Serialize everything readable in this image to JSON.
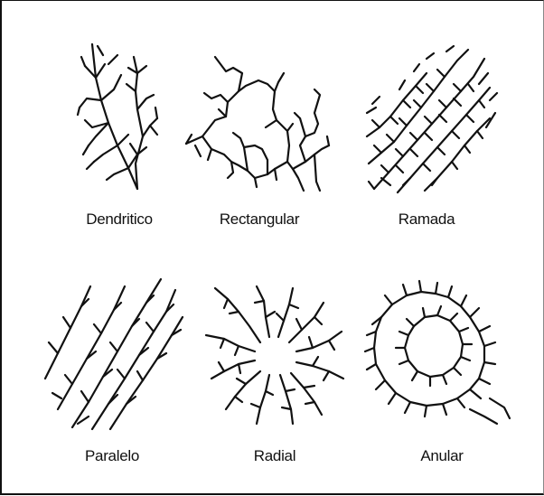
{
  "patterns": [
    {
      "id": "dendritico",
      "label": "Dendritico",
      "icon": "dendritic-drainage-icon"
    },
    {
      "id": "rectangular",
      "label": "Rectangular",
      "icon": "rectangular-drainage-icon"
    },
    {
      "id": "ramada",
      "label": "Ramada",
      "icon": "trellis-drainage-icon"
    },
    {
      "id": "paralelo",
      "label": "Paralelo",
      "icon": "parallel-drainage-icon"
    },
    {
      "id": "radial",
      "label": "Radial",
      "icon": "radial-drainage-icon"
    },
    {
      "id": "anular",
      "label": "Anular",
      "icon": "annular-drainage-icon"
    }
  ],
  "colors": {
    "stroke": "#111111",
    "background": "#ffffff"
  }
}
